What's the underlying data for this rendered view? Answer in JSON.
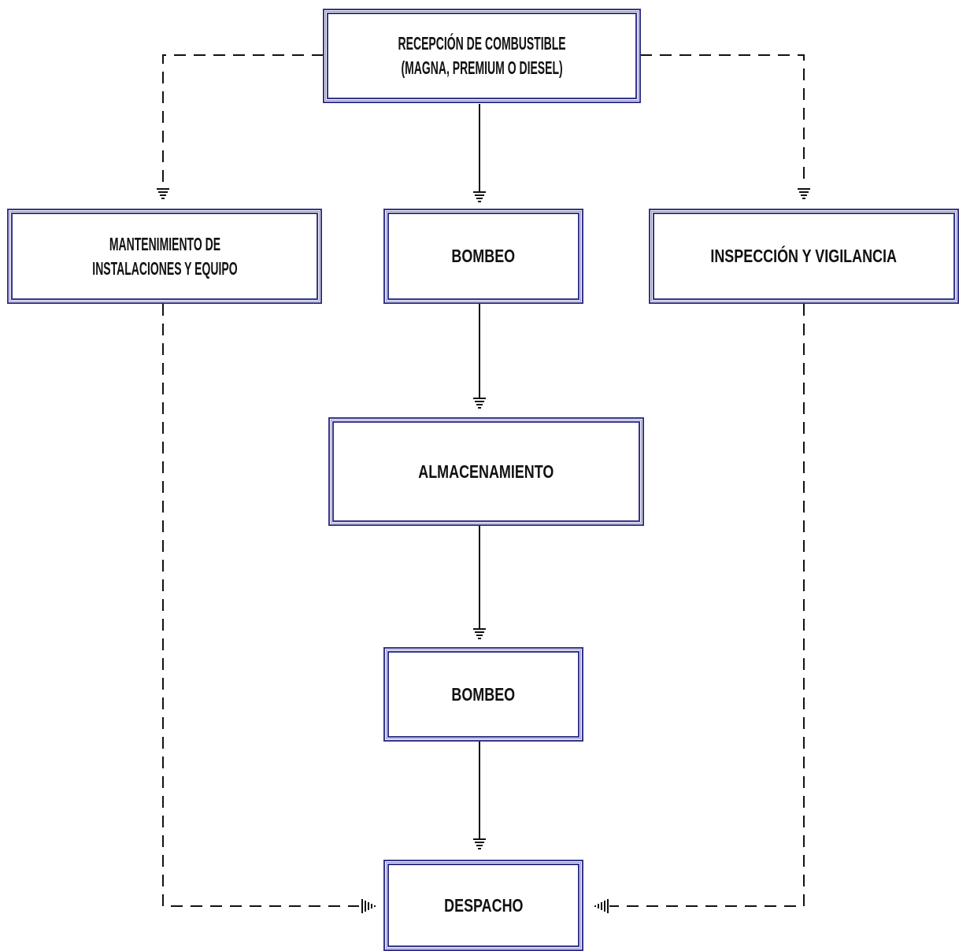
{
  "diagram": {
    "nodes": {
      "recepcion": {
        "line1": "RECEPCIÓN DE COMBUSTIBLE",
        "line2": "(MAGNA, PREMIUM O DIESEL)"
      },
      "mantenimiento": {
        "line1": "MANTENIMIENTO DE",
        "line2": "INSTALACIONES Y EQUIPO"
      },
      "bombeo1": {
        "label": "BOMBEO"
      },
      "inspeccion": {
        "label": "INSPECCIÓN Y VIGILANCIA"
      },
      "almacenamiento": {
        "label": "ALMACENAMIENTO"
      },
      "bombeo2": {
        "label": "BOMBEO"
      },
      "despacho": {
        "label": "DESPACHO"
      }
    },
    "edges": [
      {
        "from": "recepcion",
        "to": "bombeo1",
        "style": "solid"
      },
      {
        "from": "recepcion",
        "to": "mantenimiento",
        "style": "dashed"
      },
      {
        "from": "recepcion",
        "to": "inspeccion",
        "style": "dashed"
      },
      {
        "from": "bombeo1",
        "to": "almacenamiento",
        "style": "solid"
      },
      {
        "from": "almacenamiento",
        "to": "bombeo2",
        "style": "solid"
      },
      {
        "from": "bombeo2",
        "to": "despacho",
        "style": "solid"
      },
      {
        "from": "mantenimiento",
        "to": "despacho",
        "style": "dashed"
      },
      {
        "from": "inspeccion",
        "to": "despacho",
        "style": "dashed"
      }
    ],
    "colors": {
      "box_border": "#35358a",
      "line": "#111111"
    },
    "arrow_icon": "ground-symbol-icon"
  }
}
